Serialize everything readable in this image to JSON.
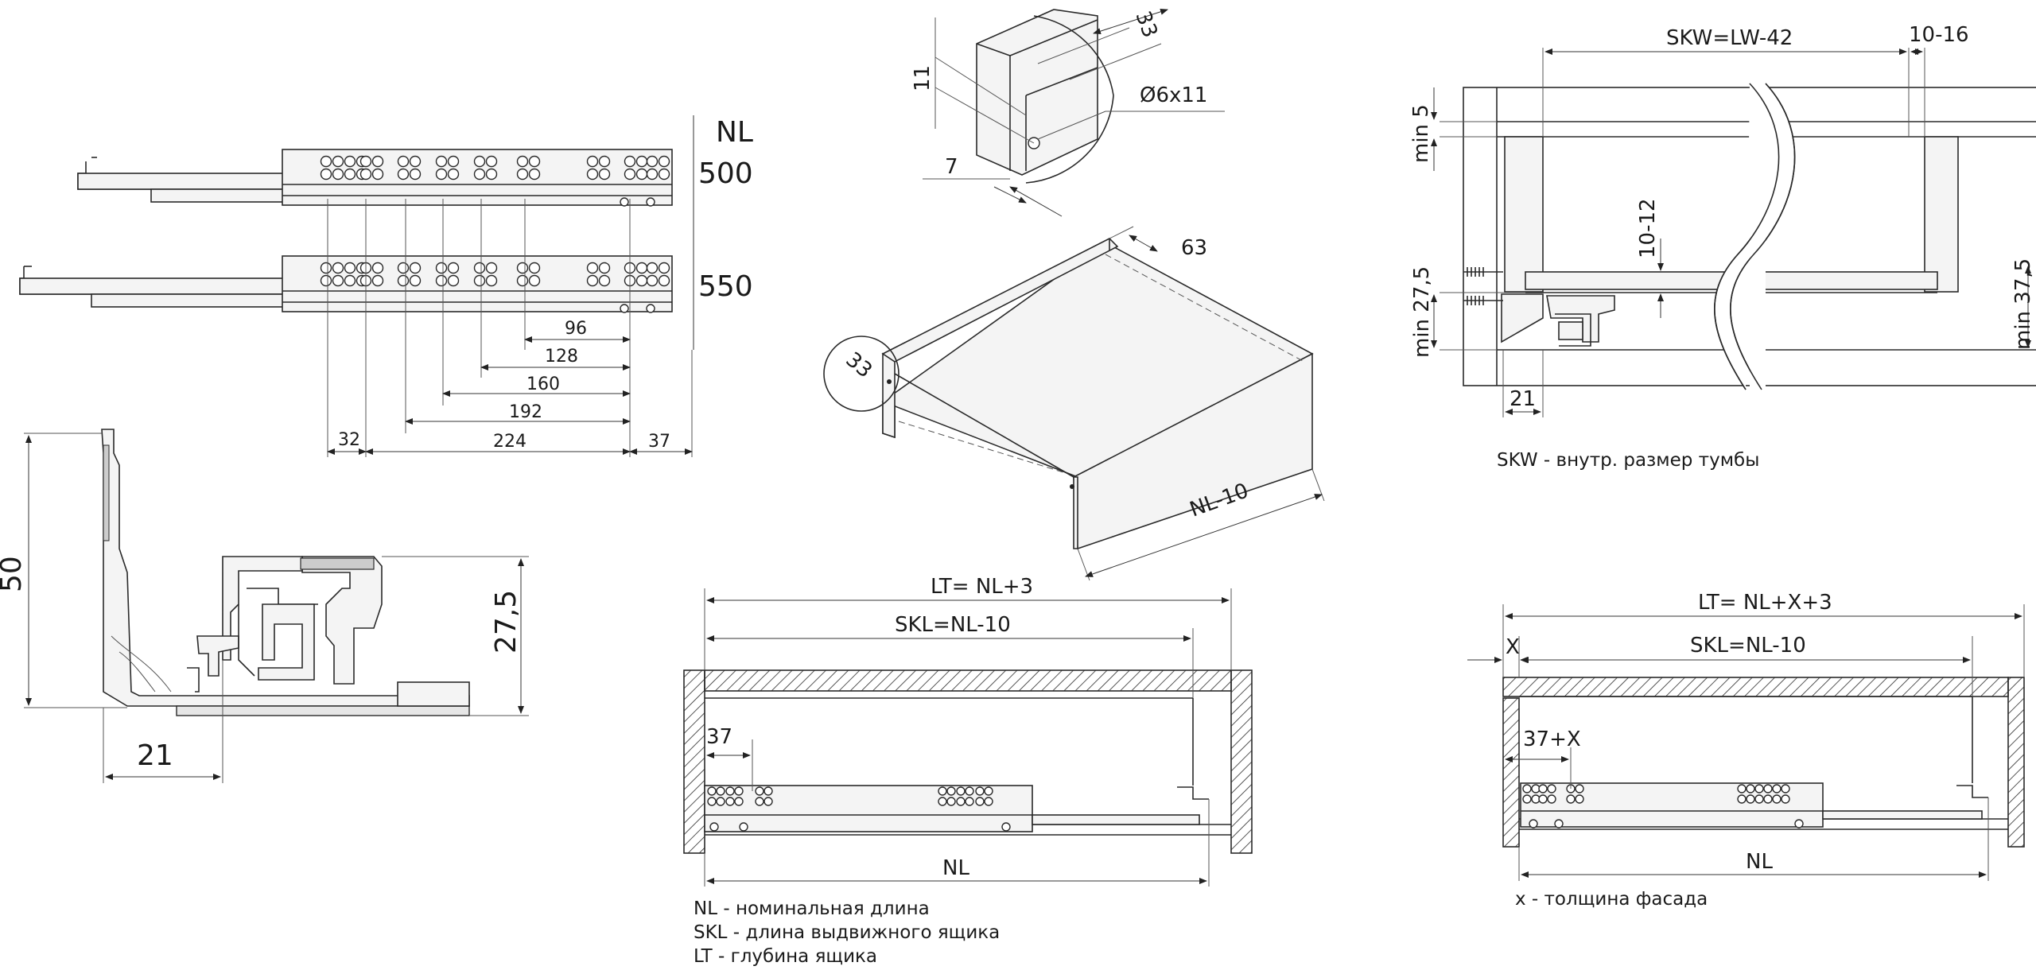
{
  "labels": {
    "nl_header": "NL",
    "len_500": "500",
    "len_550": "550",
    "d96": "96",
    "d128": "128",
    "d160": "160",
    "d192": "192",
    "d224": "224",
    "d32": "32",
    "d37": "37",
    "d50": "50",
    "d27_5": "27,5",
    "d21": "21",
    "d33_top": "33",
    "d11": "11",
    "d7": "7",
    "hole": "Ø6x11",
    "d63": "63",
    "d33_drawer": "33",
    "nl_minus_10": "NL-10",
    "skw": "SKW=LW-42",
    "d10_16": "10-16",
    "min5": "min 5",
    "d10_12": "10-12",
    "min27_5": "min 27,5",
    "min37_5": "min 37,5",
    "d21_right": "21",
    "lt1": "LT= NL+3",
    "skl1": "SKL=NL-10",
    "d37_low": "37",
    "nl_low": "NL",
    "lt2": "LT= NL+X+3",
    "x": "X",
    "skl2": "SKL=NL-10",
    "d37x": "37+X",
    "nl_low2": "NL"
  },
  "notes": {
    "skw_note": "SKW - внутр. размер тумбы",
    "nl_note": "NL - номинальная длина",
    "skl_note": "SKL - длина выдвижного ящика",
    "lt_note": "LT - глубина ящика",
    "x_note": "x - толщина фасада"
  }
}
